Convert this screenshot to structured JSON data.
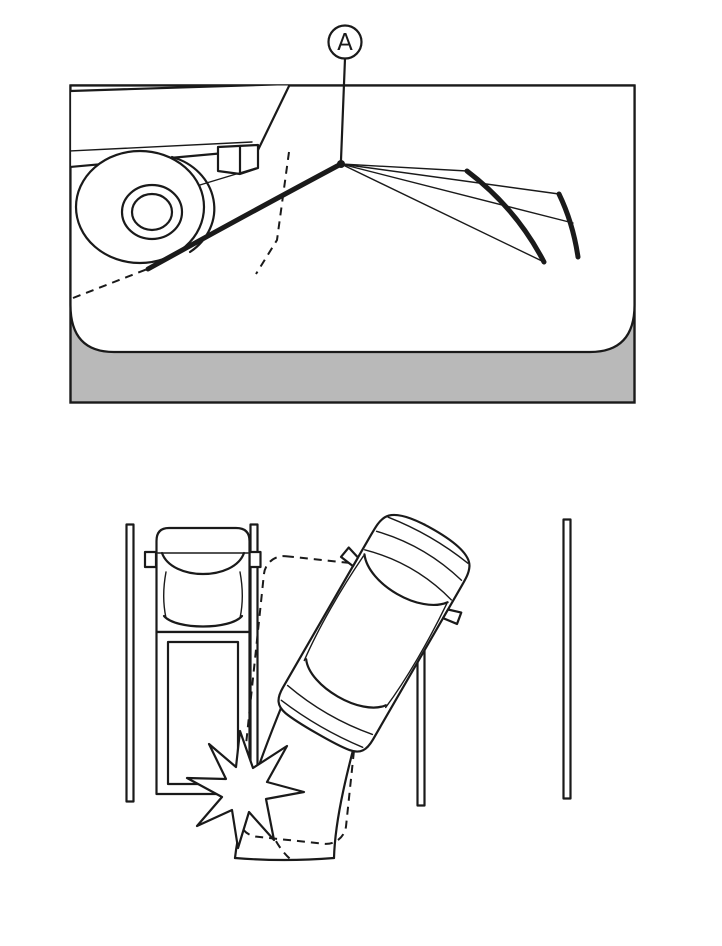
{
  "callout": {
    "label": "A"
  },
  "colors": {
    "ground_gray": "#b9b9b9",
    "line": "#1a1a1a",
    "background": "#ffffff"
  },
  "icons": {
    "collision_star": "collision-impact-star",
    "camera_figure": "rear-view-camera-display-with-predicted-course-lines",
    "parking_figure": "overhead-parking-maneuver-diagram"
  }
}
